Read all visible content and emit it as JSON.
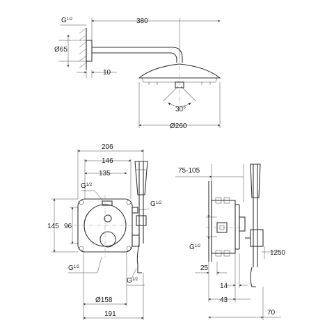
{
  "thread_label": "G",
  "thread_fraction": "1/2",
  "angle_label": "30°",
  "dimensions": {
    "arm_length": "380",
    "flange_diameter": "Ø65",
    "flange_offset": "10",
    "head_diameter": "Ø260",
    "box_width_outer": "206",
    "box_width_inner": "146",
    "box_width_center": "135",
    "box_height_outer": "145",
    "box_height_inner": "96",
    "rosette_diameter": "Ø158",
    "plate_width": "191",
    "depth_range": "75-105",
    "hose_length": "1250",
    "depth_25": "25",
    "depth_14": "14",
    "depth_43": "43",
    "depth_70": "70"
  }
}
